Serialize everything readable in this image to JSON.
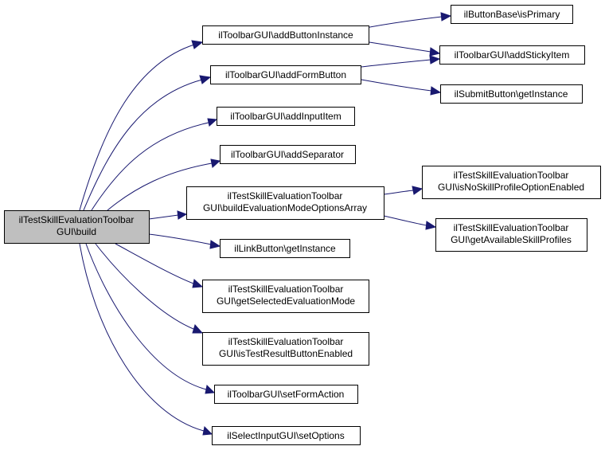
{
  "colors": {
    "edge": "#191970",
    "root_fill": "#bfbfbf",
    "node_fill": "#ffffff",
    "node_stroke": "#000000"
  },
  "nodes": {
    "root": {
      "line1": "ilTestSkillEvaluationToolbar",
      "line2": "GUI\\build"
    },
    "addButtonInstance": {
      "line1": "ilToolbarGUI\\addButtonInstance"
    },
    "addFormButton": {
      "line1": "ilToolbarGUI\\addFormButton"
    },
    "addInputItem": {
      "line1": "ilToolbarGUI\\addInputItem"
    },
    "addSeparator": {
      "line1": "ilToolbarGUI\\addSeparator"
    },
    "buildEvaluationModeOptionsArray": {
      "line1": "ilTestSkillEvaluationToolbar",
      "line2": "GUI\\buildEvaluationModeOptionsArray"
    },
    "linkButtonGetInstance": {
      "line1": "ilLinkButton\\getInstance"
    },
    "getSelectedEvaluationMode": {
      "line1": "ilTestSkillEvaluationToolbar",
      "line2": "GUI\\getSelectedEvaluationMode"
    },
    "isTestResultButtonEnabled": {
      "line1": "ilTestSkillEvaluationToolbar",
      "line2": "GUI\\isTestResultButtonEnabled"
    },
    "setFormAction": {
      "line1": "ilToolbarGUI\\setFormAction"
    },
    "setOptions": {
      "line1": "ilSelectInputGUI\\setOptions"
    },
    "isPrimary": {
      "line1": "ilButtonBase\\isPrimary"
    },
    "addStickyItem": {
      "line1": "ilToolbarGUI\\addStickyItem"
    },
    "submitButtonGetInstance": {
      "line1": "ilSubmitButton\\getInstance"
    },
    "isNoSkillProfileOptionEnabled": {
      "line1": "ilTestSkillEvaluationToolbar",
      "line2": "GUI\\isNoSkillProfileOptionEnabled"
    },
    "getAvailableSkillProfiles": {
      "line1": "ilTestSkillEvaluationToolbar",
      "line2": "GUI\\getAvailableSkillProfiles"
    }
  }
}
